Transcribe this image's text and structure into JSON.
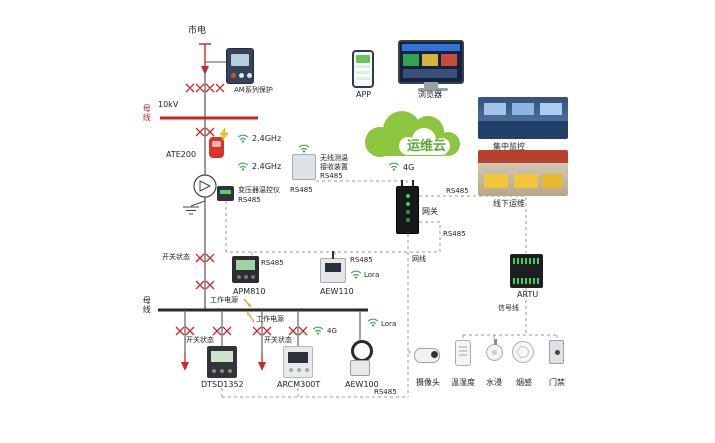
{
  "colors": {
    "cloud_green": "#8cc63f",
    "wire_red": "#cc2a2a",
    "wifi_green": "#3fae49"
  },
  "top": {
    "mains": "市电",
    "am_relay": "AM系列保护",
    "app": "APP",
    "browser": "浏览器"
  },
  "cloud": {
    "label": "运维云"
  },
  "feeder": {
    "voltage": "10kV",
    "busbar": "母线",
    "sensor": "ATE200",
    "ghz_1": "2.4GHz",
    "ghz_2": "2.4GHz",
    "transformer_monitor": "变压器温控仪",
    "transformer_monitor_bus": "RS485",
    "switch_state": "开关状态"
  },
  "receiver": {
    "name_line1": "无线测温",
    "name_line2": "接收装置",
    "bus_right": "RS485",
    "bus_below": "RS485"
  },
  "gateway": {
    "label": "网关",
    "wireless": "4G",
    "ethernet": "网线",
    "bus_to_artu": "RS485",
    "bus_to_meters": "RS485"
  },
  "right": {
    "central_monitoring": "集中监控",
    "field_ops": "线下运维",
    "artu": "ARTU",
    "signal_line": "信号线"
  },
  "meters": {
    "apm810": "APM810",
    "apm810_bus": "RS485",
    "aew110": "AEW110",
    "aew110_bus": "RS485",
    "aew110_wireless": "Lora"
  },
  "bottom": {
    "busbar": "母线",
    "power_1": "工作电源",
    "power_2": "工作电源",
    "switch_1": "开关状态",
    "switch_2": "开关状态",
    "dtsd1352": "DTSD1352",
    "arcm300t": "ARCM300T",
    "arcm_wireless": "4G",
    "aew100": "AEW100",
    "aew100_wireless": "Lora",
    "bus": "RS485",
    "sensors": {
      "camera": "摄像头",
      "temp_humidity": "温湿度",
      "water": "水浸",
      "smoke": "烟感",
      "door": "门禁"
    }
  }
}
